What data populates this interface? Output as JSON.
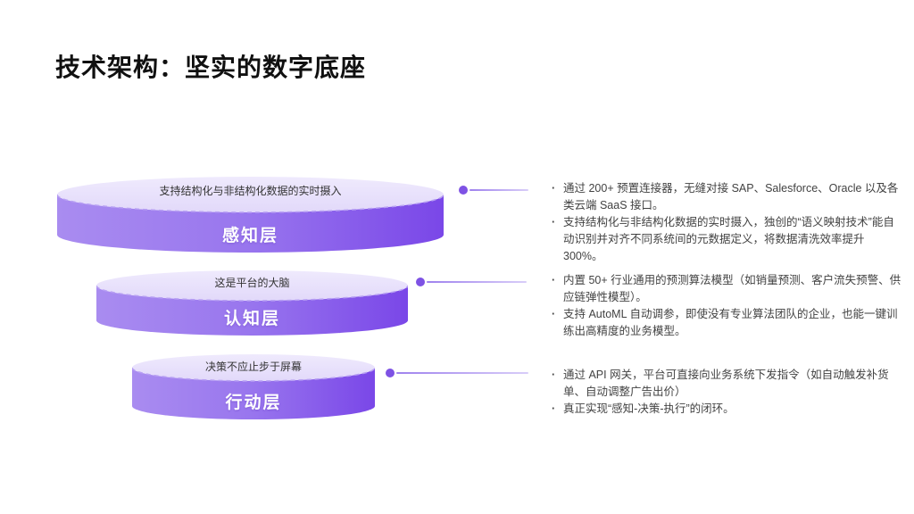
{
  "slide": {
    "title": "技术架构：坚实的数字底座",
    "colors": {
      "disc_side_gradient_start": "#a98cf0",
      "disc_side_gradient_end": "#7a47e8",
      "disc_top_fill": "#e7e0fb",
      "dashed_edge": "#b79ff3",
      "connector": "#7e52e4",
      "title_text": "#101010",
      "body_text": "#424242"
    },
    "layers": [
      {
        "name": "感知层",
        "caption": "支持结构化与非结构化数据的实时摄入",
        "bullets": [
          "通过 200+ 预置连接器，无缝对接 SAP、Salesforce、Oracle 以及各类云端 SaaS 接口。",
          "支持结构化与非结构化数据的实时摄入，独创的“语义映射技术”能自动识别并对齐不同系统间的元数据定义，将数据清洗效率提升 300%。"
        ]
      },
      {
        "name": "认知层",
        "caption": "这是平台的大脑",
        "bullets": [
          "内置 50+ 行业通用的预测算法模型（如销量预测、客户流失预警、供应链弹性模型）。",
          "支持 AutoML 自动调参，即使没有专业算法团队的企业，也能一键训练出高精度的业务模型。"
        ]
      },
      {
        "name": "行动层",
        "caption": "决策不应止步于屏幕",
        "bullets": [
          "通过 API 网关，平台可直接向业务系统下发指令（如自动触发补货单、自动调整广告出价）",
          "真正实现“感知-决策-执行”的闭环。"
        ]
      }
    ]
  }
}
